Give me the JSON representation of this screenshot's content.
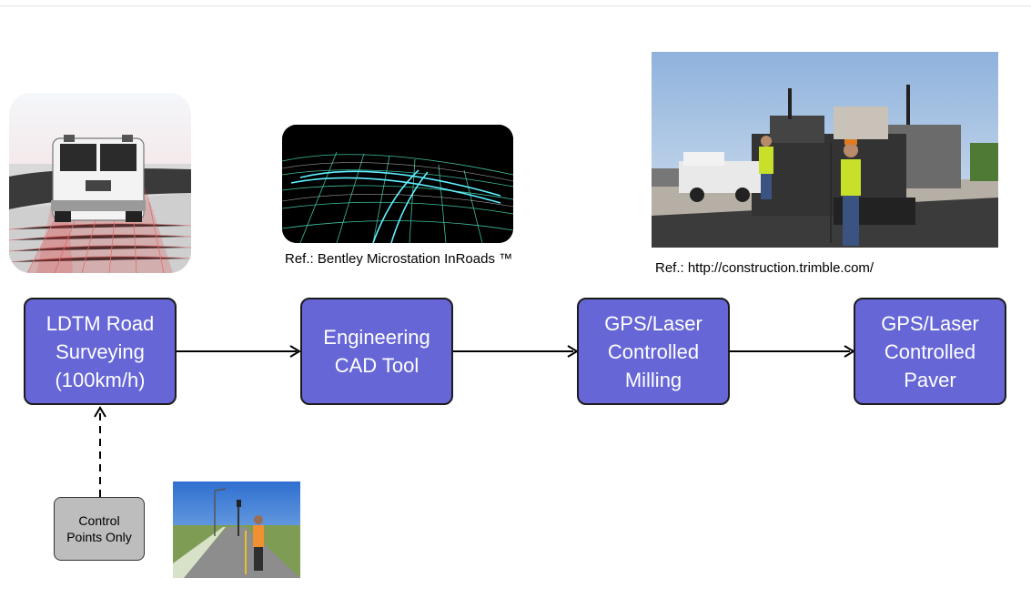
{
  "flow": {
    "steps": [
      {
        "label": "LDTM Road\nSurveying\n(100km/h)"
      },
      {
        "label": "Engineering\nCAD Tool"
      },
      {
        "label": "GPS/Laser\nControlled\nMilling"
      },
      {
        "label": "GPS/Laser\nControlled\nPaver"
      }
    ],
    "control_points_label": "Control\nPoints Only"
  },
  "references": {
    "cad": "Ref.: Bentley Microstation InRoads ™",
    "paver": "Ref.: http://construction.trimble.com/"
  },
  "colors": {
    "step_fill": "#6666d6",
    "step_border": "#1c1c1c",
    "control_fill": "#bdbdbd",
    "arrow": "#000000"
  }
}
